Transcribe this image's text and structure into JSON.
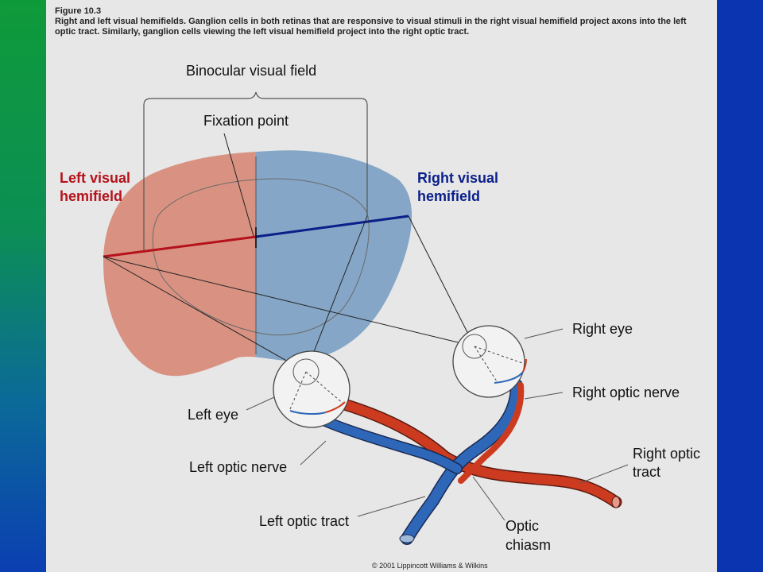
{
  "figure": {
    "number": "Figure 10.3",
    "caption": "Right and left visual hemifields. Ganglion cells in both retinas that are responsive to visual stimuli in the right visual hemifield project axons into the left optic tract. Similarly, ganglion cells viewing the left visual hemifield project into the right optic tract."
  },
  "labels": {
    "binocular_field": "Binocular visual field",
    "fixation_point": "Fixation point",
    "left_hemifield_1": "Left visual",
    "left_hemifield_2": "hemifield",
    "right_hemifield_1": "Right visual",
    "right_hemifield_2": "hemifield",
    "right_eye": "Right eye",
    "left_eye": "Left eye",
    "right_optic_nerve": "Right optic nerve",
    "left_optic_nerve": "Left optic nerve",
    "right_optic_tract_1": "Right optic",
    "right_optic_tract_2": "tract",
    "left_optic_tract": "Left optic tract",
    "chiasm_1": "Optic",
    "chiasm_2": "chiasm"
  },
  "copyright": "© 2001 Lippincott Williams & Wilkins",
  "colors": {
    "left_field": "#d99282",
    "right_field": "#85a6c6",
    "red_pathway": "#cc3b20",
    "blue_pathway": "#2f67b8",
    "meridian_left": "#b5121b",
    "meridian_right": "#0b1f8a"
  }
}
